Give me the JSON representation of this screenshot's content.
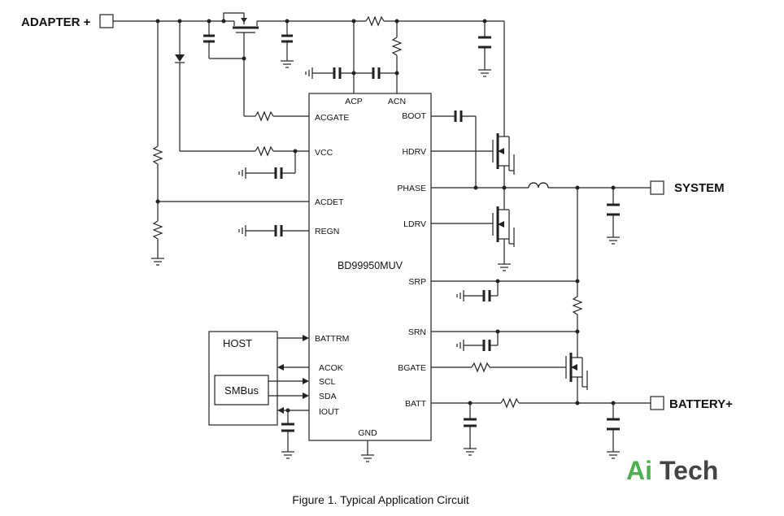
{
  "labels": {
    "adapter": "ADAPTER +",
    "system": "SYSTEM",
    "battery": "BATTERY+",
    "ic_name": "BD99950MUV",
    "host": "HOST",
    "smbus": "SMBus",
    "caption": "Figure 1. Typical Application Circuit",
    "logo_part1": "Ai",
    "logo_part2": "Tech"
  },
  "pins": {
    "acp": "ACP",
    "acn": "ACN",
    "acgate": "ACGATE",
    "vcc": "VCC",
    "acdet": "ACDET",
    "regn": "REGN",
    "battrm": "BATTRM",
    "acok": "ACOK",
    "scl": "SCL",
    "sda": "SDA",
    "iout": "IOUT",
    "gnd": "GND",
    "boot": "BOOT",
    "hdrv": "HDRV",
    "phase": "PHASE",
    "ldrv": "LDRV",
    "srp": "SRP",
    "srn": "SRN",
    "bgate": "BGATE",
    "batt": "BATT"
  },
  "colors": {
    "logo_accent": "#4caf50",
    "logo_dark": "#444444",
    "wire": "#222222"
  }
}
